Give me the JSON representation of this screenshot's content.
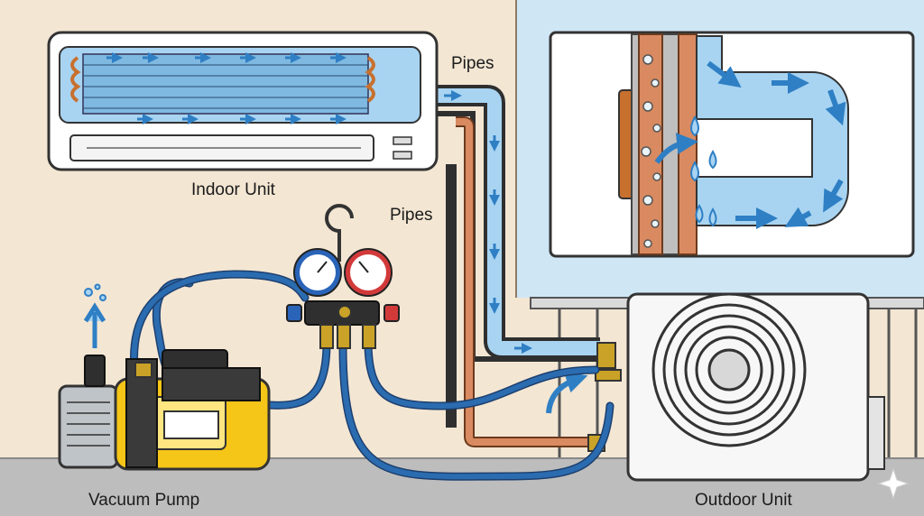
{
  "labels": {
    "pipes_top": "Pipes",
    "pipes_mid": "Pipes",
    "indoor_unit": "Indoor Unit",
    "vacuum_pump": "Vacuum Pump",
    "outdoor_unit": "Outdoor Unit"
  },
  "colors": {
    "wall": "#f3e6d3",
    "sky": "#cfe6f5",
    "floor": "#bdbdbd",
    "copper": "#d98a60",
    "hose_blue": "#2b6cb0",
    "flow_blue": "#a8d4f2",
    "arrow_blue": "#2f7fc4",
    "pump_yellow": "#f5c518",
    "gauge_blue": "#2a64b8",
    "gauge_red": "#d23a3a"
  },
  "icons": [
    "up-arrow-icon",
    "sparkle-icon",
    "flow-arrow-icon",
    "water-drop-icon",
    "bubble-icon",
    "fan-grille-icon"
  ]
}
